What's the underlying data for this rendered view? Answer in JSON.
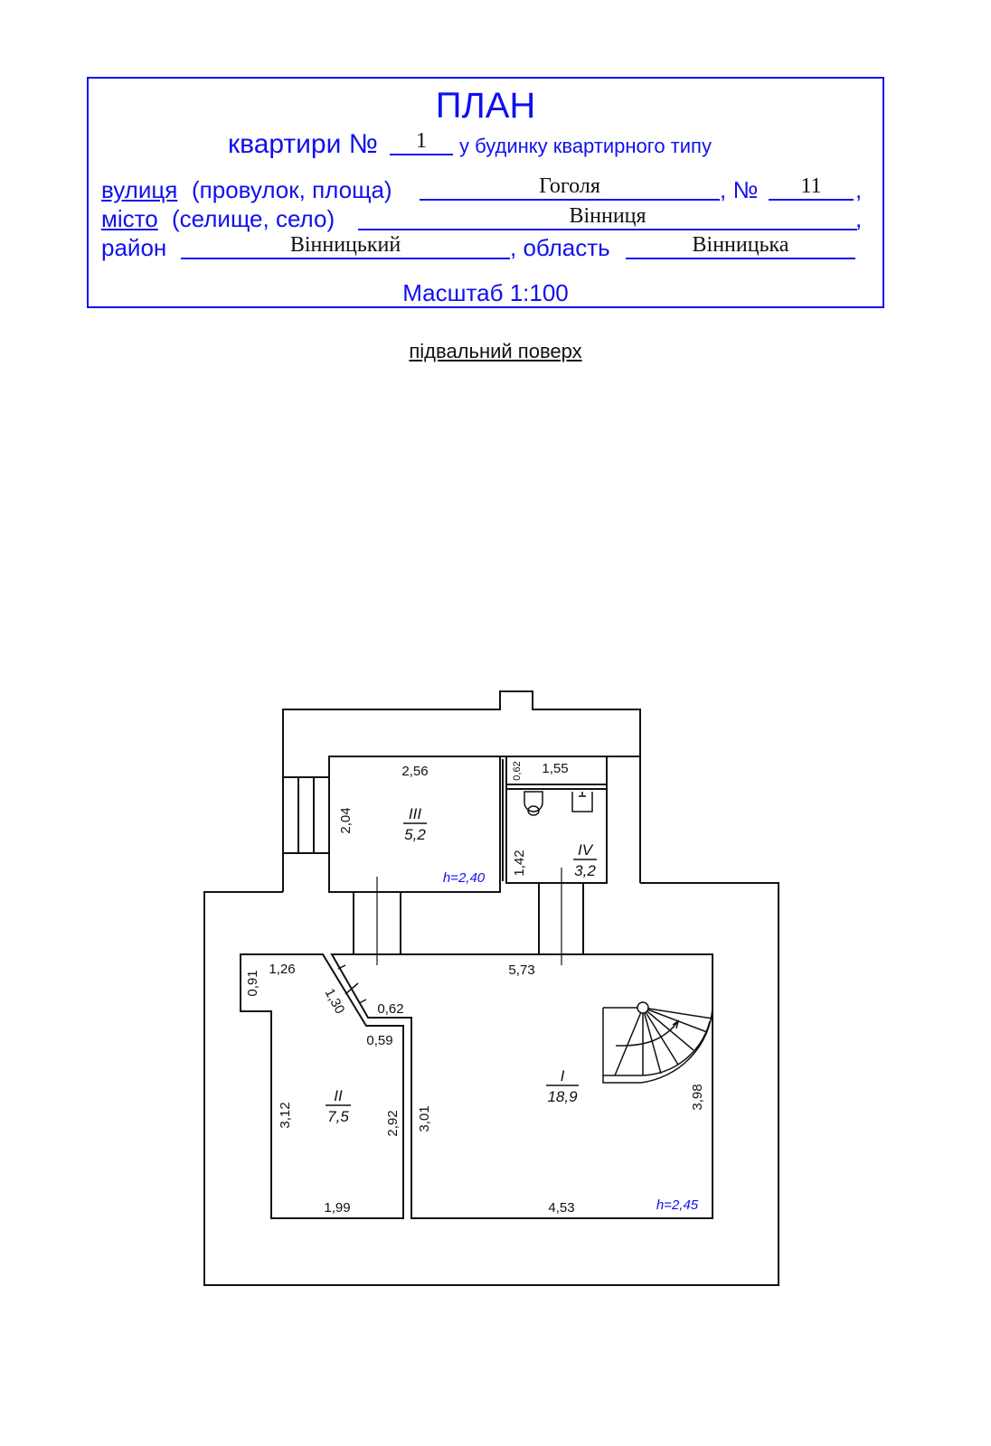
{
  "header": {
    "title": "ПЛАН",
    "apartment_prefix": "квартири №",
    "apartment_number": "1",
    "apartment_suffix": "у будинку квартирного типу",
    "street_label": "вулиця",
    "street_label_extra": "(провулок, площа)",
    "street_value": "Гоголя",
    "house_number_label": ", №",
    "house_number": "11",
    "city_label": "місто",
    "city_label_extra": "(селище, село)",
    "city_value": "Вінниця",
    "district_label": "район",
    "district_value": "Вінницький",
    "region_label": ", область",
    "region_value": "Вінницька",
    "comma": ",",
    "scale": "Масштаб 1:100"
  },
  "floor_label": "підвальний поверх",
  "rooms": [
    {
      "number": "I",
      "area": "18,9",
      "height": "h=2,45"
    },
    {
      "number": "II",
      "area": "7,5"
    },
    {
      "number": "III",
      "area": "5,2",
      "height": "h=2,40"
    },
    {
      "number": "IV",
      "area": "3,2"
    }
  ],
  "dimensions": {
    "d256": "2,56",
    "d204": "2,04",
    "d062a": "0,62",
    "d155": "1,55",
    "d142": "1,42",
    "d126": "1,26",
    "d091": "0,91",
    "d130": "1,30",
    "d062b": "0,62",
    "d059": "0,59",
    "d573": "5,73",
    "d312": "3,12",
    "d292": "2,92",
    "d301": "3,01",
    "d398": "3,98",
    "d199": "1,99",
    "d453": "4,53"
  }
}
